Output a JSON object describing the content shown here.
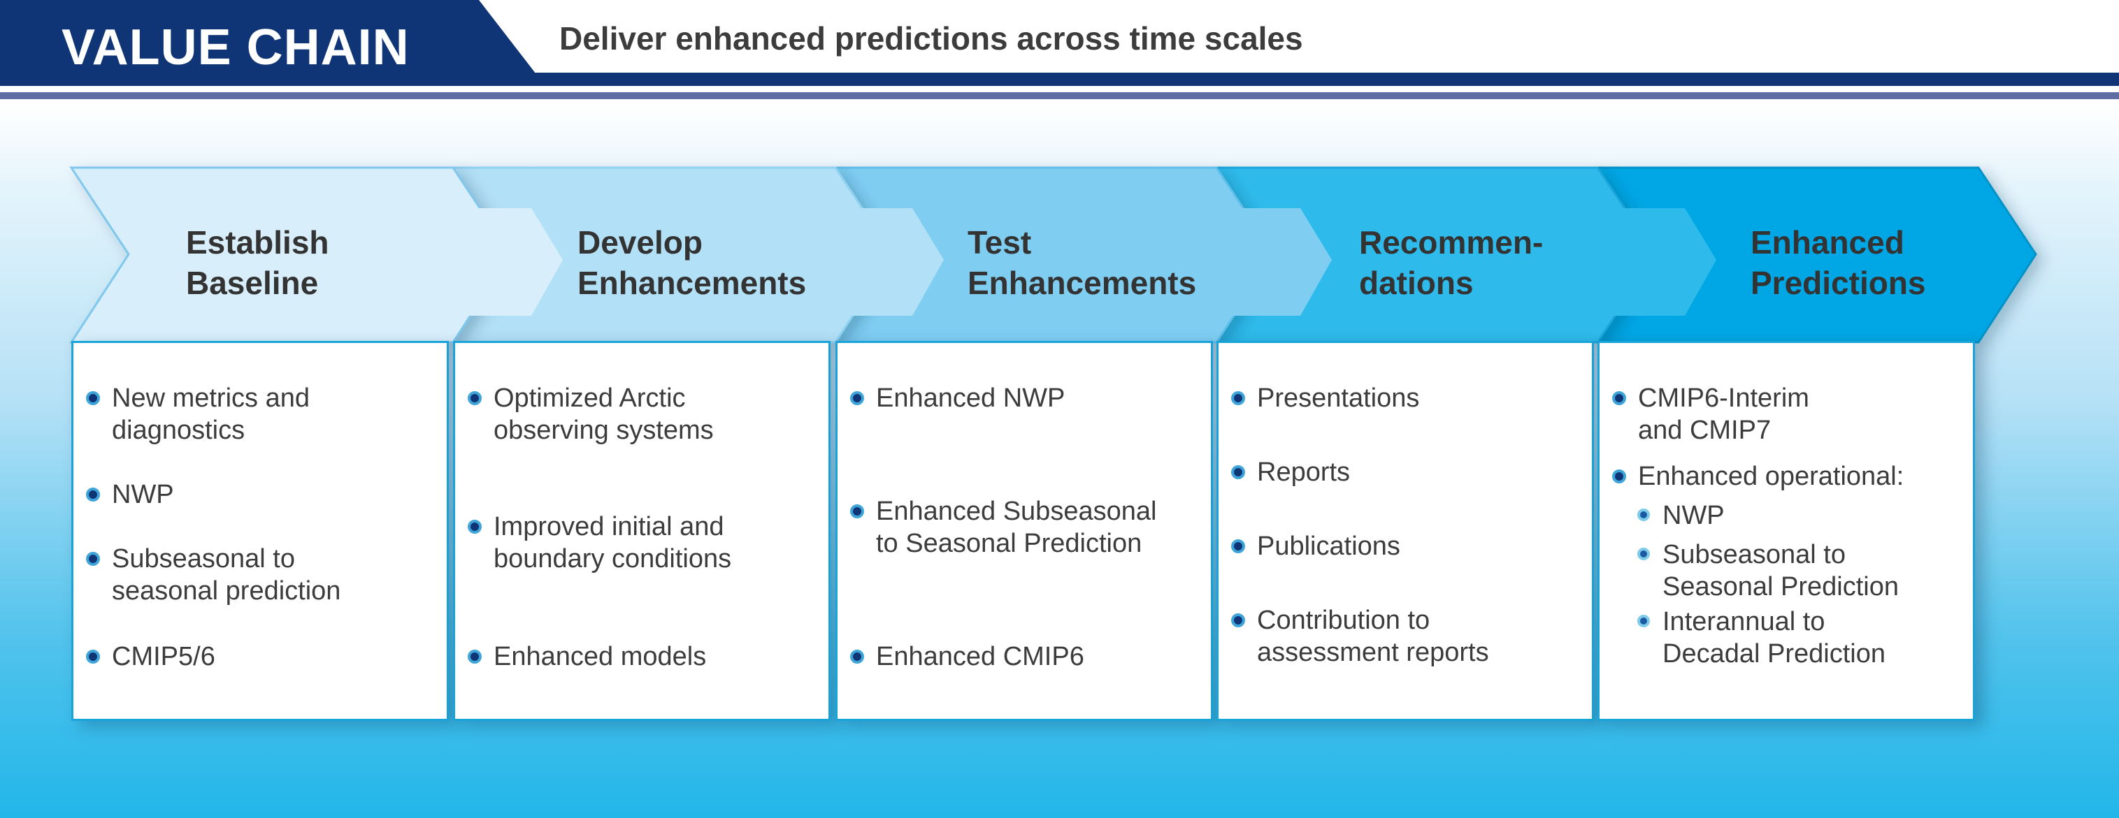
{
  "header": {
    "title": "VALUE CHAIN",
    "subtitle": "Deliver enhanced predictions across time scales"
  },
  "colors": {
    "header_navy": "#0f3577",
    "header_rule": "#5e6ea2",
    "chevron_1": "#d8effb",
    "chevron_2": "#b2e0f7",
    "chevron_3": "#7fcef2",
    "chevron_4": "#2ebbec",
    "chevron_5": "#06a7e4",
    "box_border": "#1aa3d8",
    "bullet": "#0f3577"
  },
  "stages": [
    {
      "label_line1": "Establish",
      "label_line2": "Baseline",
      "items": [
        {
          "line1": "New metrics and",
          "line2": "diagnostics"
        },
        {
          "line1": "NWP",
          "line2": ""
        },
        {
          "line1": "Subseasonal to",
          "line2": "seasonal prediction"
        },
        {
          "line1": "CMIP5/6",
          "line2": ""
        }
      ]
    },
    {
      "label_line1": "Develop",
      "label_line2": "Enhancements",
      "items": [
        {
          "line1": "Optimized Arctic",
          "line2": "observing systems"
        },
        {
          "line1": "Improved initial and",
          "line2": "boundary conditions"
        },
        {
          "line1": "Enhanced models",
          "line2": ""
        }
      ]
    },
    {
      "label_line1": "Test",
      "label_line2": "Enhancements",
      "items": [
        {
          "line1": "Enhanced NWP",
          "line2": ""
        },
        {
          "line1": "Enhanced Subseasonal",
          "line2": "to Seasonal Prediction"
        },
        {
          "line1": "Enhanced CMIP6",
          "line2": ""
        }
      ]
    },
    {
      "label_line1": "Recommen-",
      "label_line2": "dations",
      "items": [
        {
          "line1": "Presentations",
          "line2": ""
        },
        {
          "line1": "Reports",
          "line2": ""
        },
        {
          "line1": "Publications",
          "line2": ""
        },
        {
          "line1": "Contribution to",
          "line2": "assessment reports"
        }
      ]
    },
    {
      "label_line1": "Enhanced",
      "label_line2": "Predictions",
      "items": [
        {
          "line1": "CMIP6-Interim",
          "line2": "and CMIP7"
        },
        {
          "line1": "Enhanced operational:",
          "line2": ""
        }
      ],
      "subitems": [
        {
          "line1": "NWP",
          "line2": ""
        },
        {
          "line1": "Subseasonal to",
          "line2": "Seasonal Prediction"
        },
        {
          "line1": "Interannual to",
          "line2": "Decadal Prediction"
        }
      ]
    }
  ]
}
